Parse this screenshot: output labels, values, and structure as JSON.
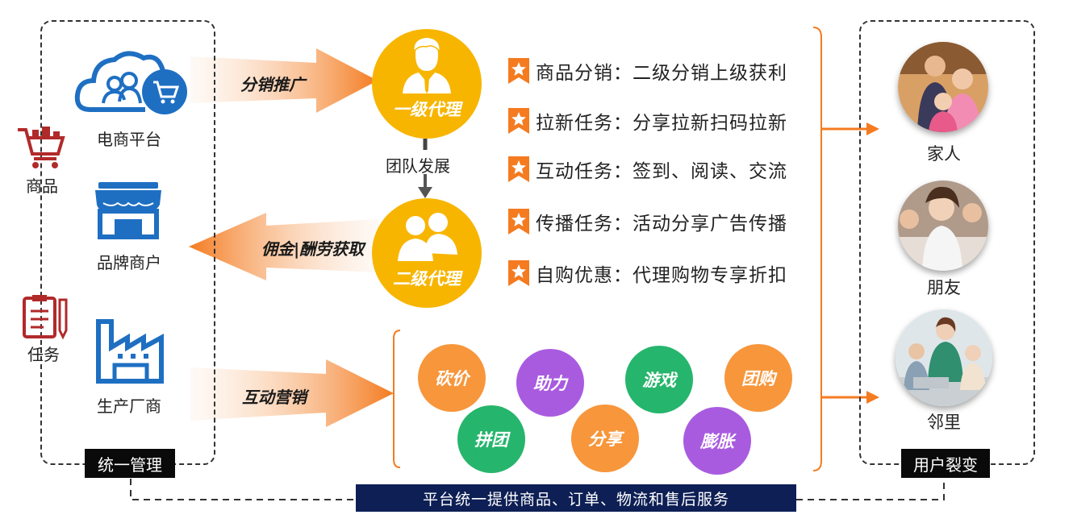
{
  "left_panel": {
    "platforms": [
      {
        "label": "电商平台",
        "icon": "cloud-cart-icon"
      },
      {
        "label": "品牌商户",
        "icon": "storefront-icon"
      },
      {
        "label": "生产厂商",
        "icon": "factory-icon"
      }
    ],
    "manage_label": "统一管理"
  },
  "side": {
    "goods_label": "商品",
    "task_label": "任务"
  },
  "arrows": {
    "distribute": "分销推广",
    "commission": "佣金|酬劳获取",
    "interactive": "互动营销"
  },
  "agents": {
    "level1": "一级代理",
    "team": "团队发展",
    "level2": "二级代理"
  },
  "tasks": [
    "商品分销：二级分销上级获利",
    "拉新任务：分享拉新扫码拉新",
    "互动任务：签到、阅读、交流",
    "传播任务：活动分享广告传播",
    "自购优惠：代理购物专享折扣"
  ],
  "activities": [
    {
      "label": "砍价"
    },
    {
      "label": "助力"
    },
    {
      "label": "游戏"
    },
    {
      "label": "团购"
    },
    {
      "label": "拼团"
    },
    {
      "label": "分享"
    },
    {
      "label": "膨胀"
    }
  ],
  "users": {
    "labels": [
      "家人",
      "朋友",
      "邻里"
    ],
    "fission_label": "用户裂变"
  },
  "footer": "平台统一提供商品、订单、物流和售后服务",
  "colors": {
    "agent_yellow": "#f7b500",
    "arrow_orange": "#f47b20",
    "icon_blue": "#1e6fc2",
    "icon_red": "#b12a2a",
    "footer_navy": "#0d1f54",
    "bubble_orange": "#f7963b",
    "bubble_purple": "#a95be0",
    "bubble_green": "#26b56c"
  }
}
